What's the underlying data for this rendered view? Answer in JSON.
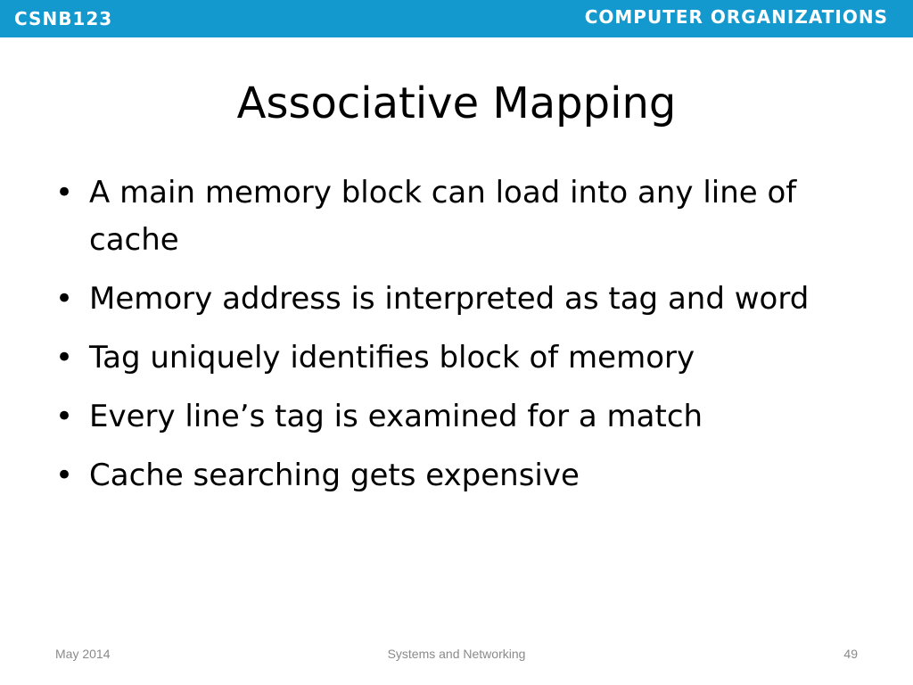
{
  "header": {
    "course_code": "CSNB123",
    "course_name": "COMPUTER ORGANIZATIONS",
    "bar_color": "#1499cf"
  },
  "slide": {
    "title": "Associative Mapping",
    "bullet_symbol": "•",
    "bullets": [
      "A main memory block can load into any line of cache",
      "Memory address is interpreted as tag and word",
      "Tag uniquely identifies block of memory",
      "Every line’s tag is examined for a match",
      "Cache searching gets expensive"
    ]
  },
  "footer": {
    "date": "May 2014",
    "center_text": "Systems and Networking",
    "page_number": "49"
  }
}
